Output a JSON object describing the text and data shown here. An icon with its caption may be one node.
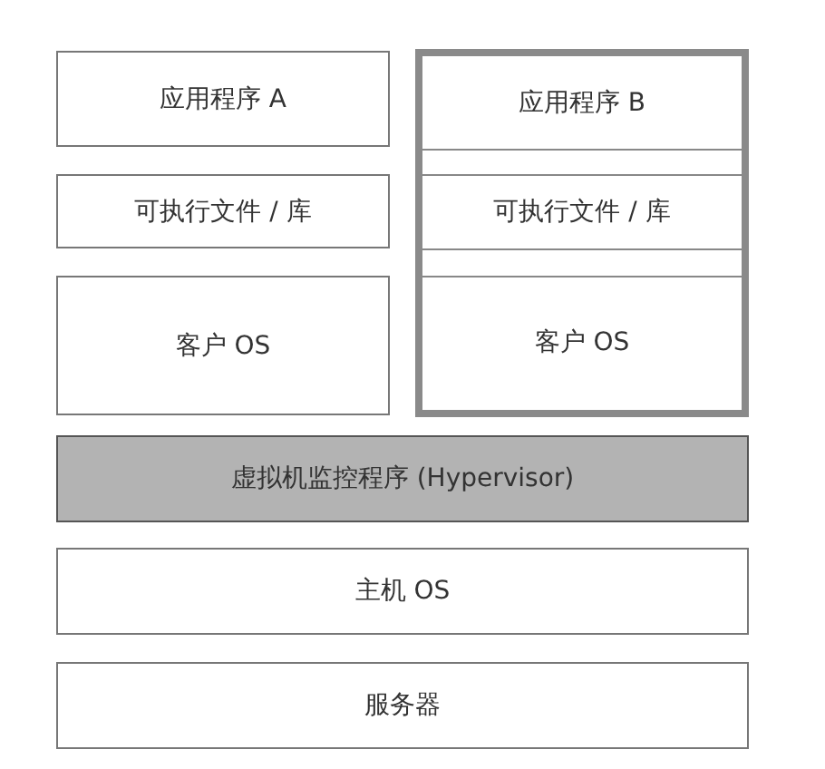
{
  "diagram": {
    "nodes": [
      {
        "text": [
          "应用程序 A"
        ]
      },
      {
        "text": [
          "可执行文件 / 库"
        ]
      },
      {
        "text": [
          "客户 OS"
        ]
      },
      {
        "text": [],
        "shape": "box"
      },
      {
        "text": [
          "应用程序 B"
        ],
        "in": 3
      },
      {
        "text": [
          "可执行文件 / 库"
        ],
        "in": 3
      },
      {
        "text": [
          "客户 OS"
        ],
        "in": 3
      },
      {
        "text": [
          "虚拟机监控程序 (Hypervisor)"
        ]
      },
      {
        "text": [
          "主机 OS"
        ]
      },
      {
        "text": [
          "服务器"
        ]
      }
    ]
  }
}
